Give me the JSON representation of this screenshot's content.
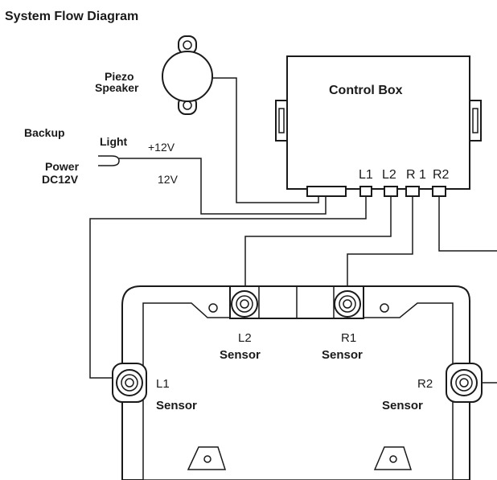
{
  "title": "System Flow Diagram",
  "speaker": {
    "line1": "Piezo",
    "line2": "Speaker"
  },
  "control_box": {
    "label": "Control Box",
    "ports": [
      "L1",
      "L2",
      "R 1",
      "R2"
    ]
  },
  "power": {
    "backup": "Backup",
    "light": "Light",
    "plus12": "+12V",
    "minus12": "12V",
    "power_line1": "Power",
    "power_line2": "DC12V"
  },
  "sensors": {
    "l2": {
      "name": "L2",
      "word": "Sensor"
    },
    "r1": {
      "name": "R1",
      "word": "Sensor"
    },
    "l1": {
      "name": "L1",
      "word": "Sensor"
    },
    "r2": {
      "name": "R2",
      "word": "Sensor"
    }
  }
}
